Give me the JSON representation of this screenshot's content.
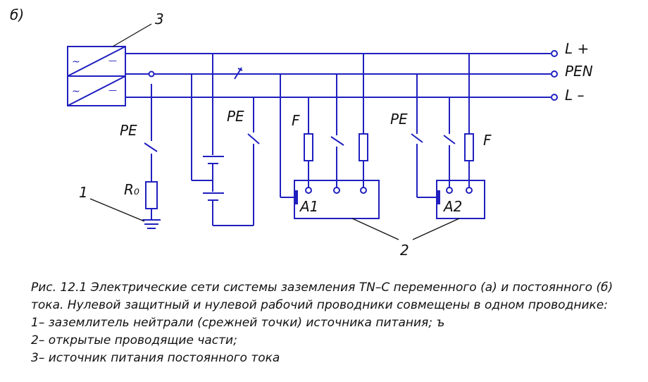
{
  "diagram": {
    "corner_label": "б)",
    "bus_labels": {
      "l_plus": "L +",
      "pen": "PEN",
      "l_minus": "L –"
    },
    "source_label": "3",
    "pe_labels": [
      "PE",
      "PE",
      "PE"
    ],
    "fuse_labels": [
      "F",
      "F"
    ],
    "resistor_label": "R₀",
    "ground_callout": "1",
    "parts_callout": "2",
    "device_labels": [
      "A1",
      "A2"
    ],
    "converter_symbols": {
      "ac": "~",
      "dc": "—"
    }
  },
  "caption": {
    "lines": [
      "Рис. 12.1 Электрические сети системы заземления TN–C переменного (а) и постоянного (б)",
      "тока. Нулевой защитный и нулевой рабочий проводники совмещены в одном проводнике:",
      "1– заземлитель нейтрали (срежней точки) источника питания;  ъ",
      "2– открытые проводящие части;",
      "3– источник питания постоянного тока"
    ]
  },
  "colors": {
    "wire": "#2020c0",
    "ink": "#111111"
  }
}
